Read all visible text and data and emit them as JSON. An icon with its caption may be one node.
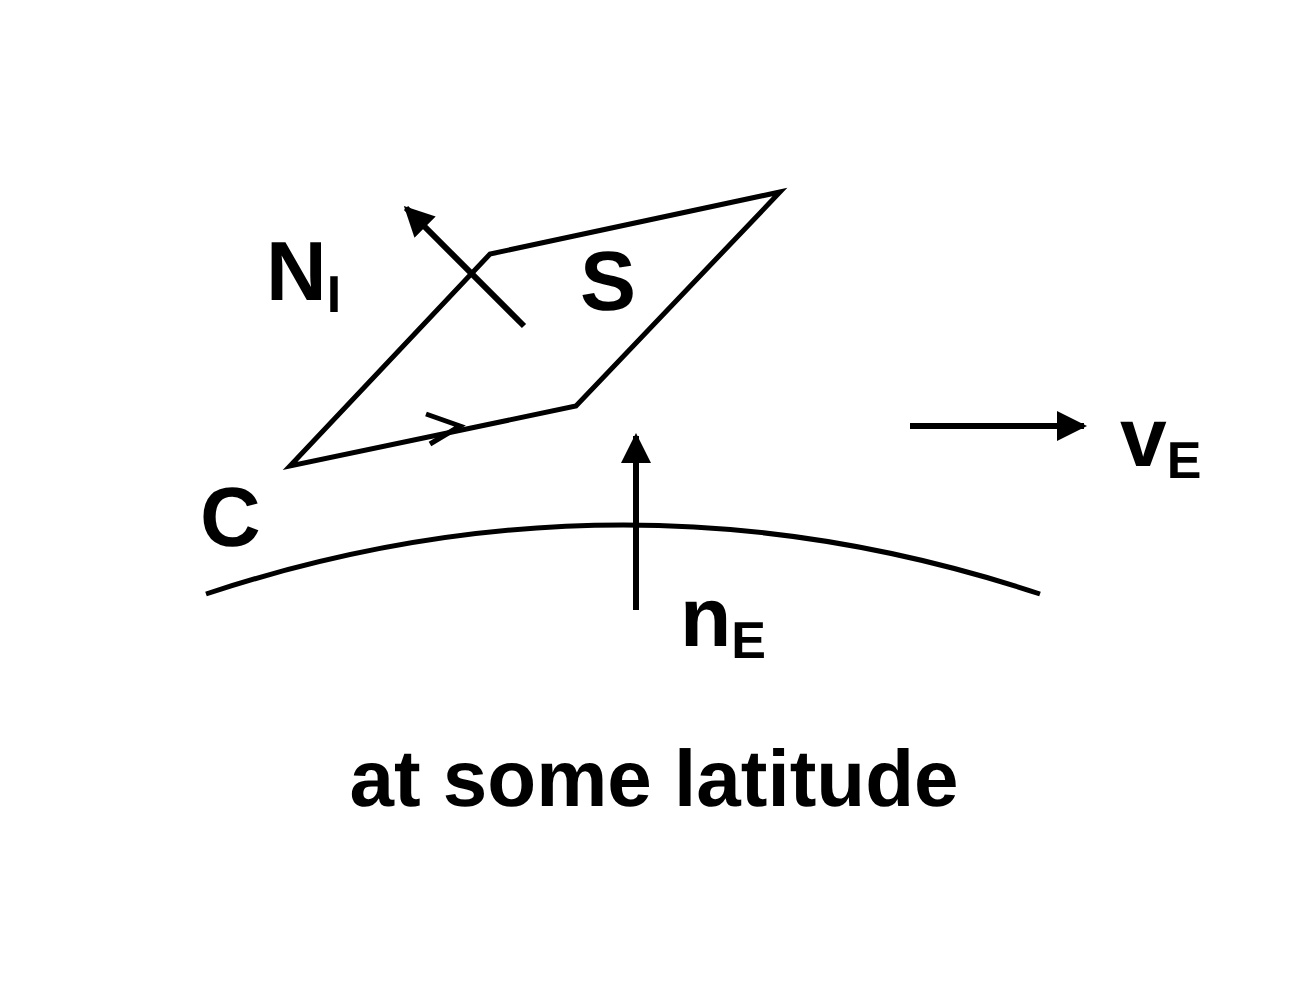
{
  "diagram": {
    "caption": "at some latitude",
    "labels": [
      "N$_{I}$",
      "S",
      "C",
      "v$_{E}$",
      "n$_{E}$"
    ]
  }
}
